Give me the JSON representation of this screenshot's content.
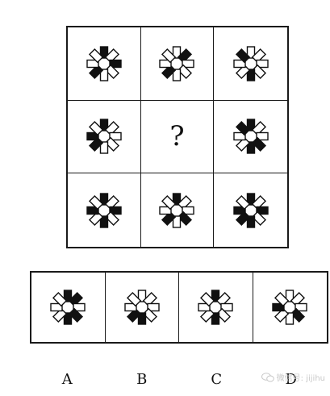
{
  "grid": {
    "cells": [
      {
        "id": "r1c1",
        "filled": [
          0,
          2,
          5
        ]
      },
      {
        "id": "r1c2",
        "filled": [
          1,
          5
        ]
      },
      {
        "id": "r1c3",
        "filled": [
          4,
          7
        ]
      },
      {
        "id": "r2c1",
        "filled": [
          0,
          5,
          6
        ]
      },
      {
        "id": "r2c2",
        "question": true
      },
      {
        "id": "r2c3",
        "filled": [
          0,
          3,
          4,
          7
        ]
      },
      {
        "id": "r3c1",
        "filled": [
          0,
          2,
          4,
          6
        ]
      },
      {
        "id": "r3c2",
        "filled": [
          0,
          3,
          5
        ]
      },
      {
        "id": "r3c3",
        "filled": [
          0,
          2,
          4,
          5,
          6
        ]
      }
    ],
    "question_mark": "?"
  },
  "options": [
    {
      "label": "A",
      "filled": [
        0,
        1,
        3,
        4
      ]
    },
    {
      "label": "B",
      "filled": [
        4,
        5
      ]
    },
    {
      "label": "C",
      "filled": [
        0,
        4
      ]
    },
    {
      "label": "D",
      "filled": [
        3,
        6
      ]
    }
  ],
  "watermark": {
    "text": "微信号: jijihu",
    "icon": "wechat-icon"
  },
  "colors": {
    "ink": "#111111",
    "border": "#1a1a1a",
    "watermark": "#c8c8c8"
  }
}
